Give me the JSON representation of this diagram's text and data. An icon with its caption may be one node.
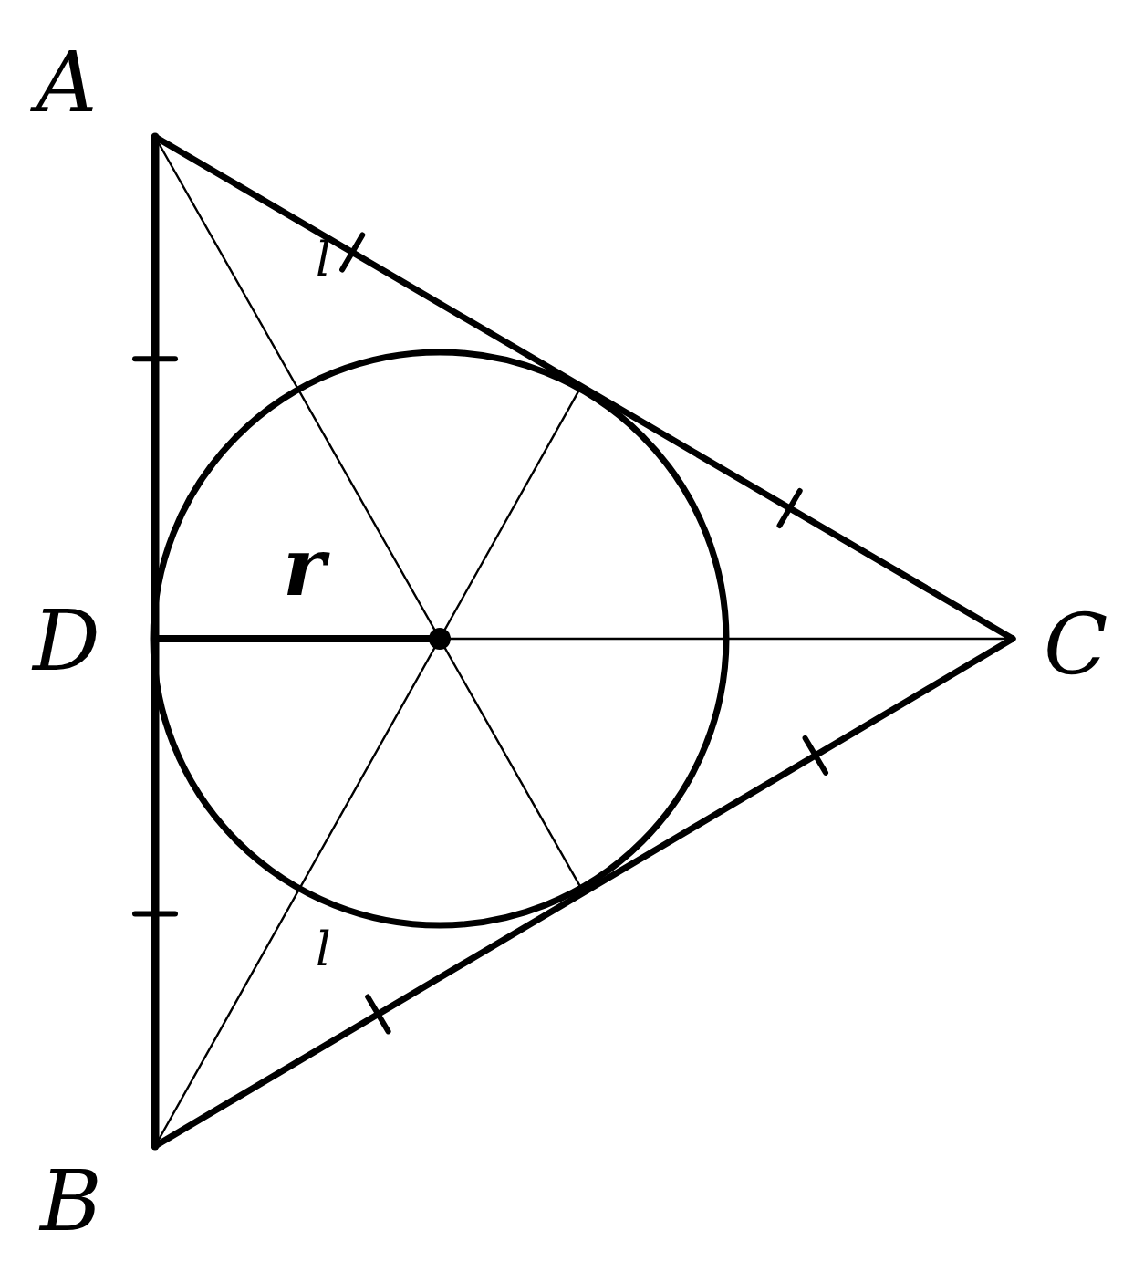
{
  "diagram": {
    "labels": [
      "A",
      "l",
      "r",
      "D",
      "C",
      "l",
      "B"
    ]
  }
}
